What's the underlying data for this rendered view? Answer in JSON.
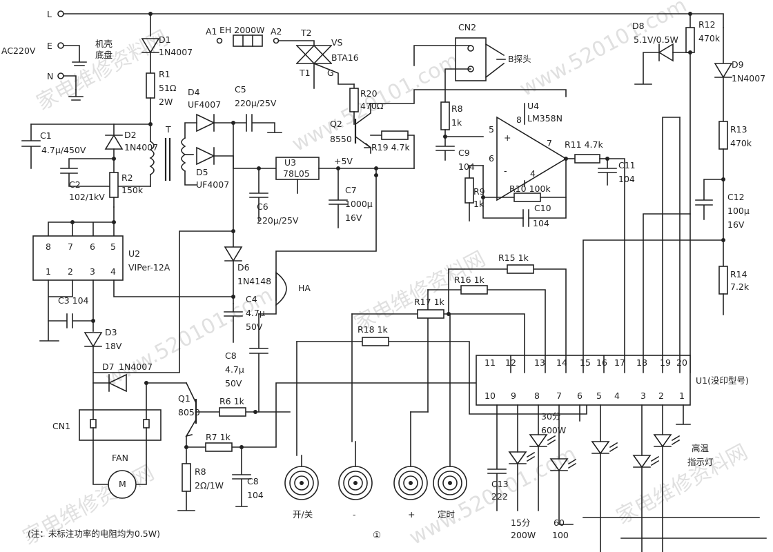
{
  "mains": {
    "L": "L",
    "E": "E",
    "N": "N",
    "ac": "AC220V",
    "chassis_line1": "机壳",
    "chassis_line2": "底盘"
  },
  "parts": {
    "D1": "D1",
    "D1v": "1N4007",
    "R1": "R1",
    "R1v": "51Ω",
    "R1p": "2W",
    "C1": "C1",
    "C1v": "4.7µ/450V",
    "D2": "D2",
    "D2v": "1N4007",
    "C2": "C2",
    "C2v": "102/1kV",
    "R2": "R2",
    "R2v": "150k",
    "T": "T",
    "D4": "D4",
    "D4v": "UF4007",
    "D5": "D5",
    "D5v": "UF4007",
    "C5": "C5",
    "C5v": "220µ/25V",
    "C6": "C6",
    "C6v": "220µ/25V",
    "U3": "U3",
    "U3v": "78L05",
    "p5v": "+5V",
    "C7": "C7",
    "C7v": "1000µ",
    "C7p": "16V",
    "EH": "EH 2000W",
    "A1": "A1",
    "A2": "A2",
    "T2": "T2",
    "T1": "T1",
    "VS": "VS",
    "VSv": "BTA16",
    "G": "G",
    "R20": "R20",
    "R20v": "470Ω",
    "Q2": "Q2",
    "Q2v": "8550",
    "R19": "R19 4.7k",
    "CN2": "CN2",
    "probe": "B探头",
    "R8a": "R8",
    "R8av": "1k",
    "C9": "C9",
    "C9v": "104",
    "R9": "R9",
    "R9v": "1k",
    "U4": "U4",
    "U4v": "LM358N",
    "R10": "R10 100k",
    "C10": "C10",
    "C10v": "104",
    "R11": "R11 4.7k",
    "C11": "C11",
    "C11v": "104",
    "D8": "D8",
    "D8v": "5.1V/0.5W",
    "R12": "R12",
    "R12v": "470k",
    "D9": "D9",
    "D9v": "1N4007",
    "R13": "R13",
    "R13v": "470k",
    "C12": "C12",
    "C12v": "100µ",
    "C12p": "16V",
    "R14": "R14",
    "R14v": "7.2k",
    "U2": "U2",
    "U2v": "VIPer-12A",
    "C3": "C3 104",
    "D6": "D6",
    "D6v": "1N4148",
    "C4": "C4",
    "C4v": "4.7µ",
    "C4p": "50V",
    "HA": "HA",
    "C8a": "C8",
    "C8av": "4.7µ",
    "C8ap": "50V",
    "D3": "D3",
    "D3v": "18V",
    "D7": "D7",
    "D7v": "1N4007",
    "CN1": "CN1",
    "FAN": "FAN",
    "M": "M",
    "Q1": "Q1",
    "Q1v": "8050",
    "R6": "R6 1k",
    "R7": "R7 1k",
    "R8b": "R8",
    "R8bv": "2Ω/1W",
    "C8b": "C8",
    "C8bv": "104",
    "R15": "R15 1k",
    "R16": "R16 1k",
    "R17": "R17 1k",
    "R18": "R18 1k",
    "U1": "U1(没印型号)",
    "C13": "C13",
    "C13v": "222"
  },
  "u2_pins_top": [
    "8",
    "7",
    "6",
    "5"
  ],
  "u2_pins_bottom": [
    "1",
    "2",
    "3",
    "4"
  ],
  "u1_pins_top": [
    "11",
    "12",
    "13",
    "14",
    "15",
    "16",
    "17",
    "18",
    "19",
    "20"
  ],
  "u1_pins_bottom": [
    "10",
    "9",
    "8",
    "7",
    "6",
    "5",
    "4",
    "3",
    "2",
    "1"
  ],
  "u4_pins": {
    "p8": "8",
    "p5": "5",
    "p6": "6",
    "p7": "7",
    "p4": "4",
    "plus": "+",
    "minus": "-"
  },
  "buttons": [
    "开/关",
    "-",
    "+",
    "定时"
  ],
  "indicators": {
    "t30": "30分",
    "p600": "600W",
    "hot_line1": "高温",
    "hot_line2": "指示灯",
    "t15": "15分",
    "p200": "200W",
    "t60": "60",
    "p100": "100"
  },
  "note": "(注：未标注功率的电阻均为0.5W)",
  "figure": "①",
  "watermarks": [
    "家电维修资料网",
    "www.520101.com"
  ]
}
